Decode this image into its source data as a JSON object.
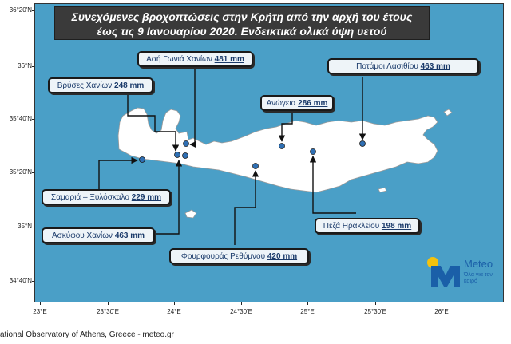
{
  "title": {
    "line1": "Συνεχόμενες βροχοπτώσεις στην Κρήτη από την αρχή του έτους",
    "line2": "έως τις 9 Ιανουαρίου 2020. Ενδεικτικά ολικά ύψη υετού"
  },
  "lat_labels": [
    "36°20'N",
    "36°N",
    "35°40'N",
    "35°20'N",
    "35°N",
    "34°40'N"
  ],
  "lon_labels": [
    "23°E",
    "23°30'E",
    "24°E",
    "24°30'E",
    "25°E",
    "25°30'E",
    "26°E"
  ],
  "stations": [
    {
      "name": "Ασή Γωνιά Χανίων",
      "value": "481 mm"
    },
    {
      "name": "Βρύσες  Χανίων",
      "value": "248 mm"
    },
    {
      "name": "Ανώγεια",
      "value": "286 mm"
    },
    {
      "name": "Ποτάμοι Λασιθίου",
      "value": "463 mm"
    },
    {
      "name": "Σαμαριά – Ξυλόσκαλο",
      "value": "229 mm"
    },
    {
      "name": "Ασκύφου Χανίων",
      "value": "463 mm"
    },
    {
      "name": "Φουρφουράς Ρεθύμνου",
      "value": "420 mm"
    },
    {
      "name": "Πεζά Ηρακλείου",
      "value": "198 mm"
    }
  ],
  "logo": {
    "word": "Meteo",
    "tagline": "Όλα για τον καιρό"
  },
  "footer": "ational Observatory of Athens, Greece - meteo.gr",
  "colors": {
    "sea": "#4a9fc7",
    "land": "#ffffff",
    "marker": "#2f6fb3",
    "title_bg": "#3a3a3a"
  }
}
